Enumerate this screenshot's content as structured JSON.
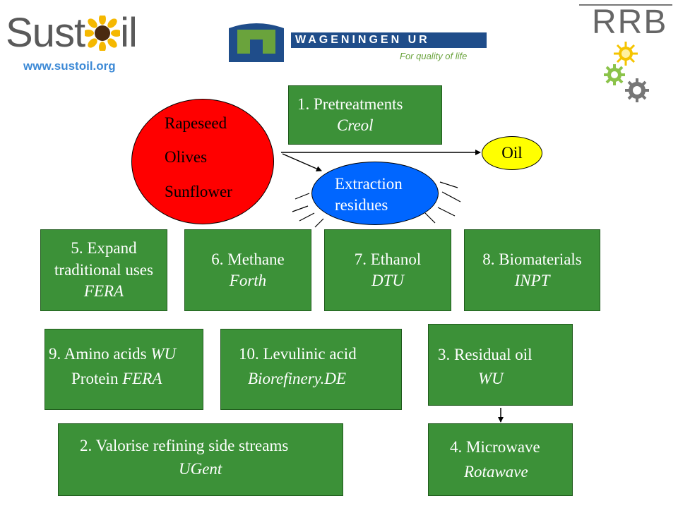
{
  "logos": {
    "sustoil_text_before": "Sust",
    "sustoil_text_after": "il",
    "sustoil_url": "www.sustoil.org",
    "wur_name": "WAGENINGEN UR",
    "wur_tagline": "For quality of life",
    "rrb_text": "RRB"
  },
  "feedstocks": {
    "items": [
      "Rapeseed",
      "Olives",
      "Sunflower"
    ],
    "color": "#ff0000"
  },
  "products": {
    "oil": "Oil",
    "oil_color": "#ffff00",
    "residues": "Extraction residues",
    "residues_color": "#0066ff"
  },
  "box_color": "#3c9138",
  "boxes": {
    "b1": {
      "title": "1. Pretreatments",
      "partner": "Creol"
    },
    "b5": {
      "title": "5. Expand traditional uses",
      "partner": "FERA"
    },
    "b6": {
      "title": "6. Methane",
      "partner": "Forth"
    },
    "b7": {
      "title": "7. Ethanol",
      "partner": "DTU"
    },
    "b8": {
      "title": "8. Biomaterials",
      "partner": "INPT"
    },
    "b9": {
      "line1": "9. Amino acids ",
      "line1_partner": "WU",
      "line2": "Protein ",
      "line2_partner": "FERA"
    },
    "b10": {
      "title": "10. Levulinic acid",
      "partner": "Biorefinery.DE"
    },
    "b3": {
      "title": "3. Residual oil",
      "partner": "WU"
    },
    "b2": {
      "title": "2. Valorise refining side streams",
      "partner": "UGent"
    },
    "b4": {
      "title": "4. Microwave",
      "partner": "Rotawave"
    }
  }
}
